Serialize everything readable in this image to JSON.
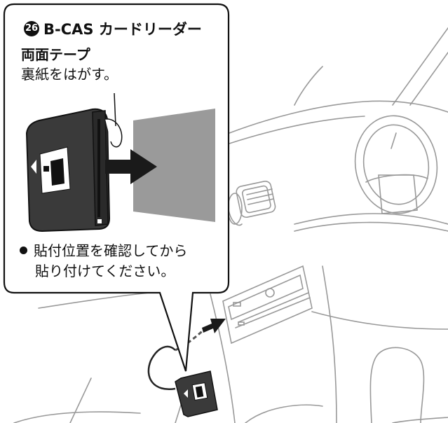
{
  "callout": {
    "step_number": "26",
    "step_title": "B-CAS カードリーダー",
    "part_label": "両面テープ",
    "action": "裏紙をはがす。",
    "note_line1": "貼付位置を確認してから",
    "note_line2": "貼り付けてください。"
  },
  "colors": {
    "reader_body": "#3a3a3a",
    "tape": "#9a9a9a",
    "lines": "#8c8c8c",
    "arrow": "#1a1a1a"
  }
}
